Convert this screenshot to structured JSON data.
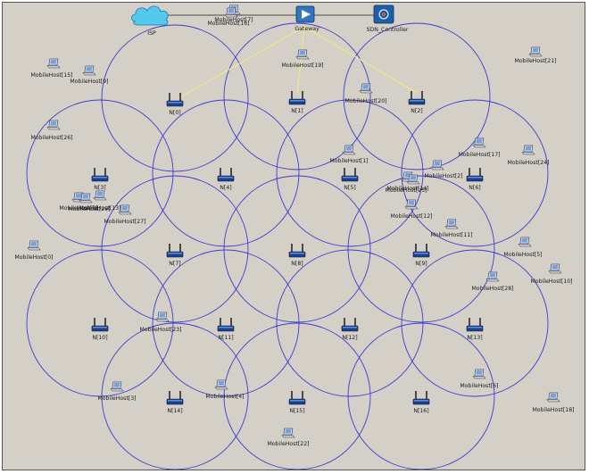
{
  "infrastructure": {
    "isp": "ISP",
    "gateway": "Gateway",
    "sdn_controller": "SDN_Controller"
  },
  "access_points": [
    "N[0]",
    "N[1]",
    "N[2]",
    "N[3]",
    "N[4]",
    "N[5]",
    "N[6]",
    "N[7]",
    "N[8]",
    "N[9]",
    "N[10]",
    "N[11]",
    "N[12]",
    "N[13]",
    "N[14]",
    "N[15]",
    "N[16]"
  ],
  "mobile_hosts": [
    "MobileHost[0]",
    "MobileHost[1]",
    "MobileHost[2]",
    "MobileHost[3]",
    "MobileHost[4]",
    "MobileHost[5]",
    "MobileHost[6]",
    "MobileHost[7]",
    "MobileHost[8]",
    "MobileHost[9]",
    "MobileHost[10]",
    "MobileHost[11]",
    "MobileHost[12]",
    "MobileHost[13]",
    "MobileHost[14]",
    "MobileHost[15]",
    "MobileHost[16]",
    "MobileHost[17]",
    "MobileHost[18]",
    "MobileHost[19]",
    "MobileHost[20]",
    "MobileHost[21]",
    "MobileHost[22]",
    "MobileHost[23]",
    "MobileHost[24]",
    "MobileHost[25]",
    "MobileHost[26]",
    "MobileHost[27]",
    "MobileHost[28]",
    "MobileHost[29]"
  ],
  "colors": {
    "background": "#d4d0c8",
    "coverage_circle": "#3c3cd0",
    "gateway_link": "#f2ea7a",
    "wired_link": "#202020",
    "isp_cloud": "#55c8ee",
    "gateway_router": "#2f78c0",
    "controller_switch": "#1f5fa8"
  }
}
